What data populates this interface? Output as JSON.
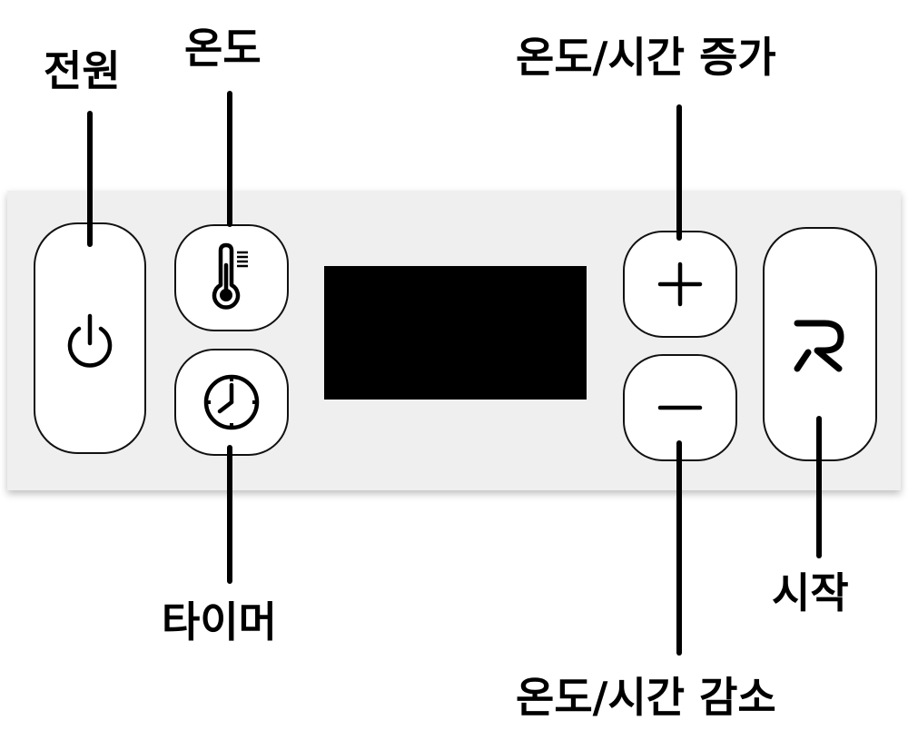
{
  "labels": {
    "power": "전원",
    "temperature": "온도",
    "timer": "타이머",
    "increase": "온도/시간 증가",
    "decrease": "온도/시간 감소",
    "start": "시작"
  },
  "icons": {
    "power": "power-icon",
    "temperature": "thermometer-icon",
    "timer": "clock-icon",
    "increase": "plus-icon",
    "decrease": "minus-icon",
    "start": "start-r-icon"
  },
  "colors": {
    "panel": "#efefef",
    "button": "#ffffff",
    "outline": "#111111",
    "display": "#000000"
  }
}
